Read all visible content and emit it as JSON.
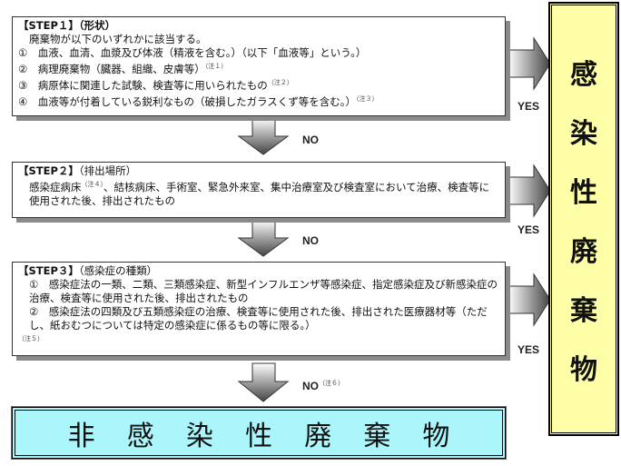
{
  "step1": {
    "title": "【STEP１】",
    "title_sub": "（形状）",
    "intro": "廃棄物が以下のいずれかに該当する。",
    "items": [
      {
        "text": "①　血液、血清、血漿及び体液（精液を含む。）（以下「血液等」という。）",
        "note": ""
      },
      {
        "text": "②　病理廃棄物（臓器、組織、皮膚等）",
        "note": "（注１）"
      },
      {
        "text": "③　病原体に関連した試験、検査等に用いられたもの",
        "note": "（注２）"
      },
      {
        "text": "④　血液等が付着している鋭利なもの（破損したガラスくず等を含む。）",
        "note": "（注３）"
      }
    ]
  },
  "step2": {
    "title": "【STEP２】",
    "title_sub": "（排出場所）",
    "text_a": "感染症病床",
    "note": "（注４）",
    "text_b": "、結核病床、手術室、緊急外来室、集中治療室及び検査室において治療、検査等に使用された後、排出されたもの"
  },
  "step3": {
    "title": "【STEP３】",
    "title_sub": "（感染症の種類）",
    "item1": "①　感染症法の一類、二類、三類感染症、新型インフルエンザ等感染症、指定感染症及び新感染症の治療、検査等に使用された後、排出されたもの",
    "item2": "②　感染症法の四類及び五類感染症の治療、検査等に使用された後、排出された医療器材等（ただし、紙おむつについては特定の感染症に係るもの等に限る。）",
    "note": "（注５）"
  },
  "labels": {
    "yes": "YES",
    "no": "NO",
    "no_note": "（注６）"
  },
  "result_infectious": [
    "感",
    "染",
    "性",
    "廃",
    "棄",
    "物"
  ],
  "result_noninfectious": [
    "非",
    "感",
    "染",
    "性",
    "廃",
    "棄",
    "物"
  ],
  "colors": {
    "infectious_bg": "#ffffa8",
    "noninfectious_bg": "#aaf6fa",
    "shadow": "#8a8a8a"
  }
}
